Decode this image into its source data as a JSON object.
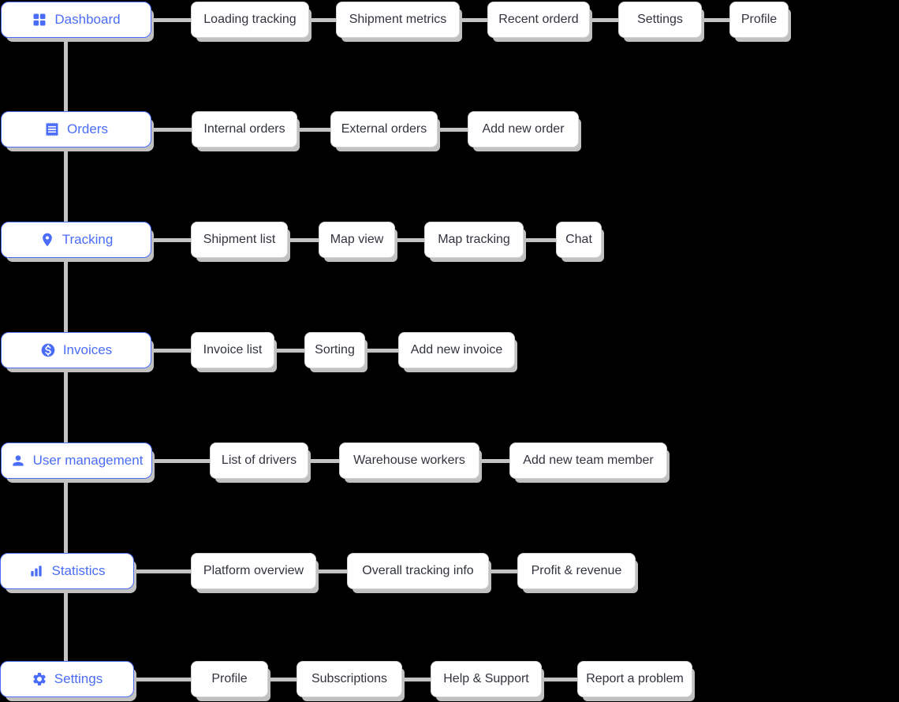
{
  "colors": {
    "background": "#000000",
    "accent_blue": "#4a6cf7",
    "connector_gray": "#c3c3c3",
    "child_border_gray": "#d4d4d4",
    "child_text": "#32343d",
    "shadow_gray": "#c1c1c1",
    "node_background": "#ffffff"
  },
  "diagram": {
    "rows": [
      {
        "parent": {
          "label": "Dashboard",
          "icon": "dashboard-grid-icon"
        },
        "children": [
          {
            "label": "Loading tracking"
          },
          {
            "label": "Shipment metrics"
          },
          {
            "label": "Recent orderd"
          },
          {
            "label": "Settings"
          },
          {
            "label": "Profile"
          }
        ]
      },
      {
        "parent": {
          "label": "Orders",
          "icon": "receipt-icon"
        },
        "children": [
          {
            "label": "Internal orders"
          },
          {
            "label": "External orders"
          },
          {
            "label": "Add new order"
          }
        ]
      },
      {
        "parent": {
          "label": "Tracking",
          "icon": "map-pin-icon"
        },
        "children": [
          {
            "label": "Shipment list"
          },
          {
            "label": "Map view"
          },
          {
            "label": "Map tracking"
          },
          {
            "label": "Chat"
          }
        ]
      },
      {
        "parent": {
          "label": "Invoices",
          "icon": "dollar-circle-icon"
        },
        "children": [
          {
            "label": "Invoice list"
          },
          {
            "label": "Sorting"
          },
          {
            "label": "Add new invoice"
          }
        ]
      },
      {
        "parent": {
          "label": "User management",
          "icon": "person-icon"
        },
        "children": [
          {
            "label": "List of drivers"
          },
          {
            "label": "Warehouse workers"
          },
          {
            "label": "Add new team member"
          }
        ]
      },
      {
        "parent": {
          "label": "Statistics",
          "icon": "bar-chart-icon"
        },
        "children": [
          {
            "label": "Platform overview"
          },
          {
            "label": "Overall tracking info"
          },
          {
            "label": "Profit & revenue"
          }
        ]
      },
      {
        "parent": {
          "label": "Settings",
          "icon": "gear-icon"
        },
        "children": [
          {
            "label": "Profile"
          },
          {
            "label": "Subscriptions"
          },
          {
            "label": "Help & Support"
          },
          {
            "label": "Report a problem"
          }
        ]
      }
    ]
  }
}
